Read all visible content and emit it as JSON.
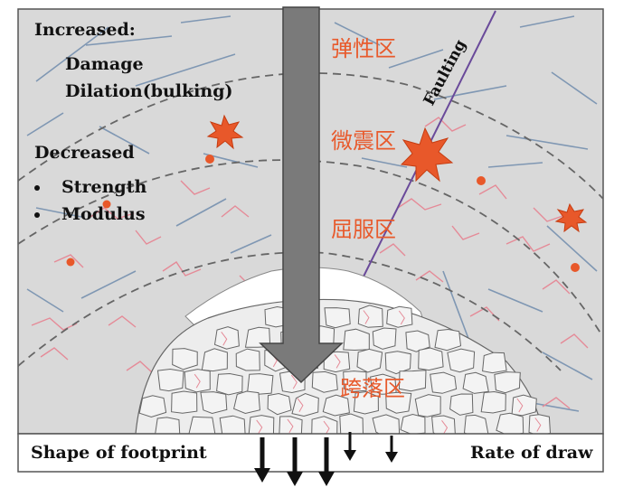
{
  "left_panel": {
    "increased_title": "Increased:",
    "increased_items": [
      "Damage",
      "Dilation(bulking)"
    ],
    "decreased_title": "Decreased",
    "decreased_items": [
      "Strength",
      "Modulus"
    ]
  },
  "zones": {
    "elastic": "弹性区",
    "microseismic": "微震区",
    "yield": "屈服区",
    "caving": "跨落区"
  },
  "fault_label": "Faulting",
  "bottom_bar": {
    "left": "Shape of footprint",
    "right": "Rate of draw"
  },
  "colors": {
    "rock": "#d9d9d9",
    "crack_red": "#e58a97",
    "crack_blue": "#7f97b3",
    "arrow": "#7a7a7a",
    "zone_text": "#e85a2c",
    "event": "#e8582a",
    "fault": "#6a4a9a"
  }
}
